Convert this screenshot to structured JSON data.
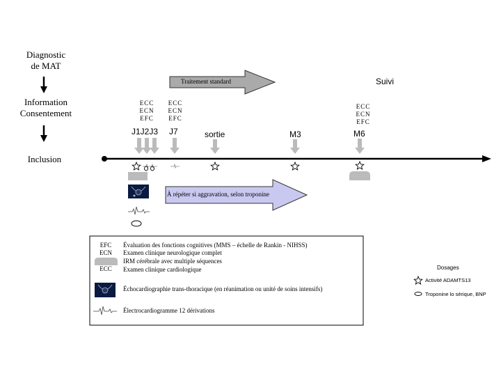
{
  "left": {
    "diagnostic": "Diagnostic",
    "de_mat": "de MAT",
    "information": "Information",
    "consentement": "Consentement",
    "inclusion": "Inclusion"
  },
  "treatment_label": "Traitement standard",
  "suivi": "Suivi",
  "exams": {
    "j1": [
      "ECC",
      "ECN",
      "EFC"
    ],
    "j7": [
      "ECC",
      "ECN",
      "EFC"
    ],
    "m6": [
      "ECC",
      "ECN",
      "EFC"
    ]
  },
  "timepoints": {
    "j1j2j3": "J1J2J3",
    "j7": "J7",
    "sortie": "sortie",
    "m3": "M3",
    "m6": "M6"
  },
  "repeat_label": "À répéter si aggravation, selon troponine",
  "legend": {
    "efc_code": "EFC",
    "ecn_code": "ECN",
    "ecc_code": "ECC",
    "efc_text": "Évaluation des fonctions cognitives (MMS – échelle de Rankin - NIHSS)",
    "ecn_text": "Examen clinique neurologique complet",
    "irm_text": "IRM cérébrale avec multiple séquences",
    "ecc_text": "Examen clinique cardiologique",
    "echo_text": "Échocardiographie trans-thoracique (en réanimation ou unité de soins intensifs)",
    "ecg_text": "Électrocardiogramme 12 dérivations"
  },
  "dosages": {
    "title": "Dosages",
    "adamts13": "Activité ADAMTS13",
    "troponine": "Troponine lo sérique, BNP"
  },
  "colors": {
    "arrow_fill": "#aaaaaa",
    "repeat_fill": "#c8c8f0",
    "timeline": "#000000",
    "marker": "#bbbbbb"
  }
}
